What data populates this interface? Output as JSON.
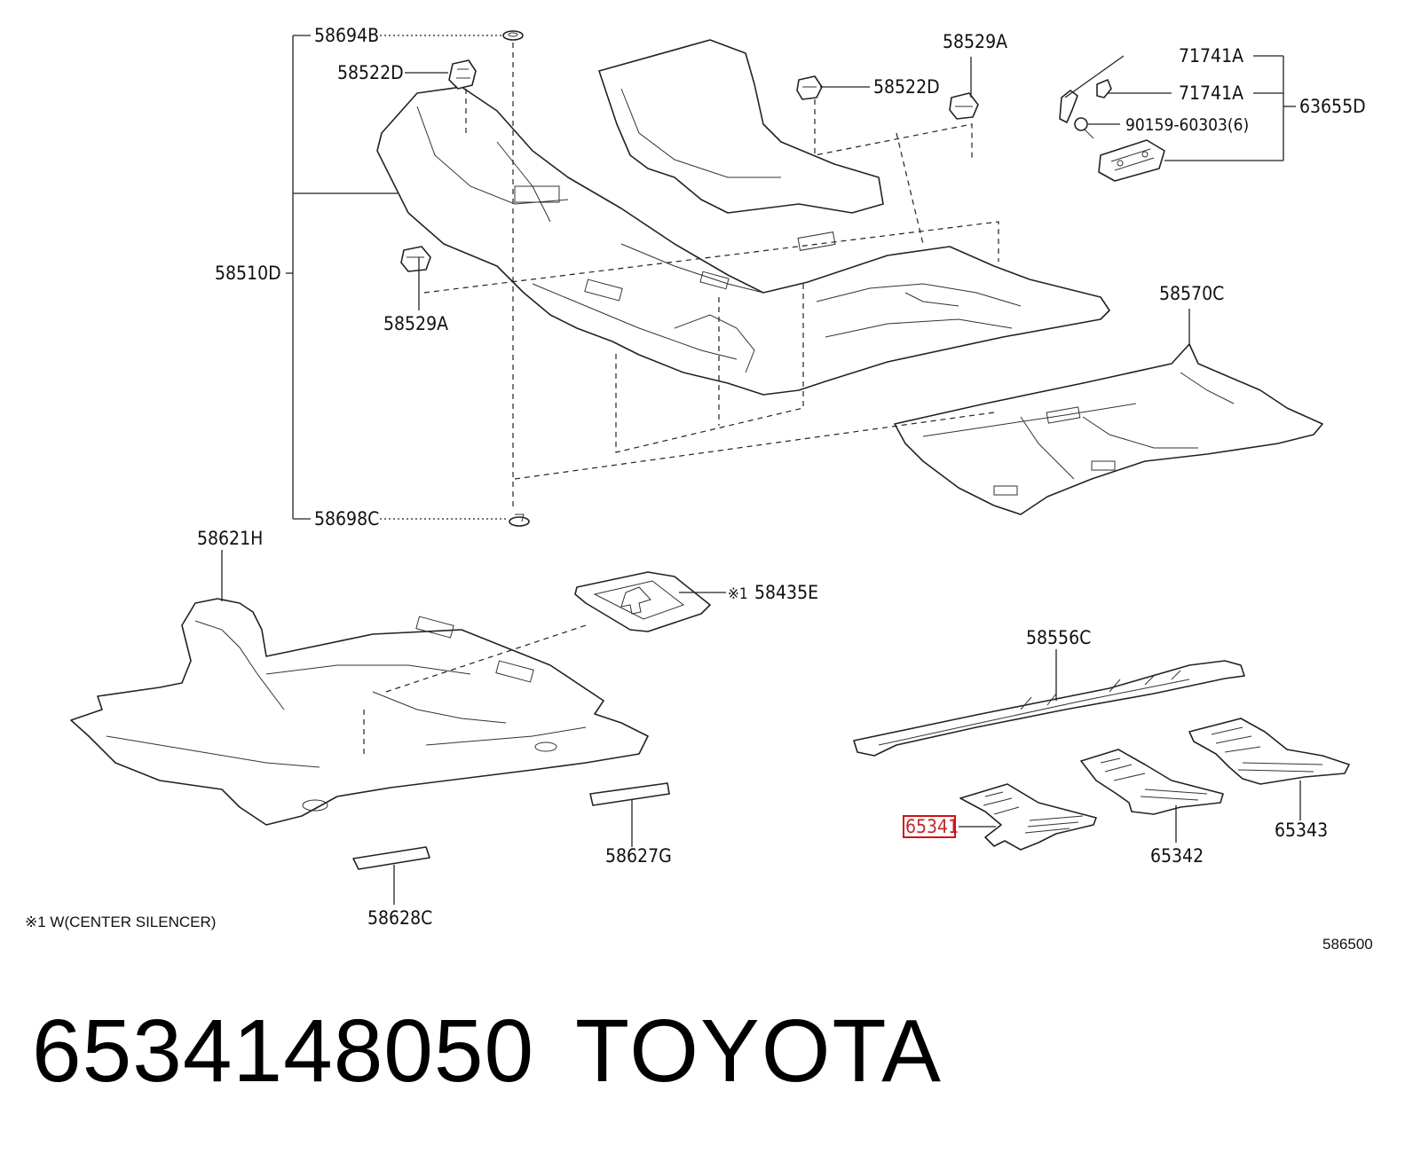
{
  "callouts": {
    "c58694B": "58694B",
    "c58522D_a": "58522D",
    "c58529A_a": "58529A",
    "c58522D_b": "58522D",
    "c71741A_a": "71741A",
    "c71741A_b": "71741A",
    "c63655D": "63655D",
    "c90159": "90159-60303(6)",
    "c58510D": "58510D",
    "c58529A_b": "58529A",
    "c58570C": "58570C",
    "c58698C": "58698C",
    "c58621H": "58621H",
    "c58435E": "58435E",
    "c58556C": "58556C",
    "c65341": "65341",
    "c65342": "65342",
    "c65343": "65343",
    "c58627G": "58627G",
    "c58628C": "58628C"
  },
  "note_mark": "※1",
  "footnote": "※1 W(CENTER SILENCER)",
  "illustration_code": "586500",
  "highlighted_part": "65341",
  "footer": {
    "part_number": "6534148050",
    "brand": "TOYOTA"
  }
}
